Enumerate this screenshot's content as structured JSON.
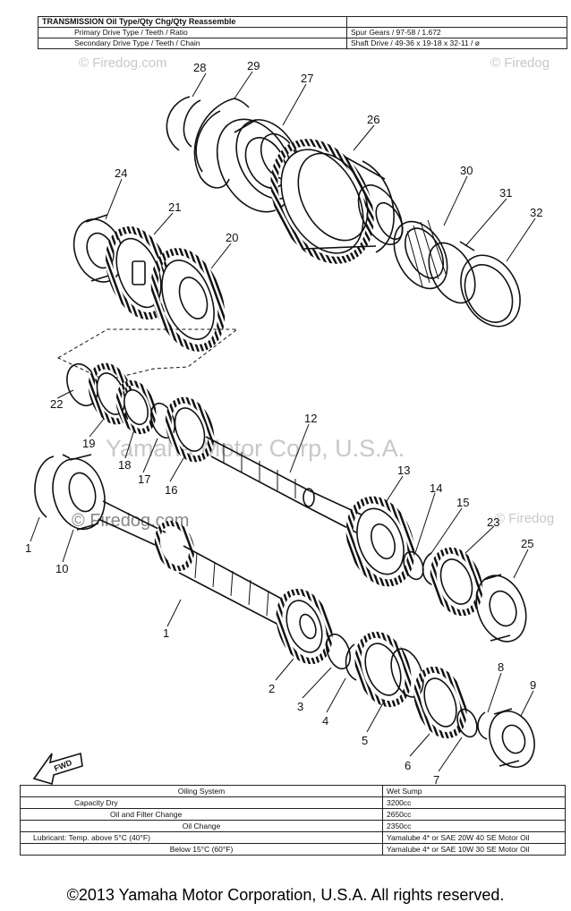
{
  "top_table": {
    "header_left": "TRANSMISSION   Oil Type/Qty Chg/Qty Reassemble",
    "header_right": "",
    "rows": [
      {
        "label": "Primary Drive Type / Teeth / Ratio",
        "value": "Spur Gears / 97-58 / 1.672"
      },
      {
        "label": "Secondary Drive Type / Teeth / Chain",
        "value": "Shaft Drive / 49-36 x 19-18 x 32-11 / ø"
      }
    ]
  },
  "watermarks": {
    "firedog": "© Firedog.com",
    "firedog_right": "© Firedog",
    "yamaha": "Yamaha Motor Corp, U.S.A."
  },
  "part_labels": [
    "28",
    "29",
    "27",
    "26",
    "24",
    "21",
    "20",
    "30",
    "31",
    "32",
    "22",
    "19",
    "18",
    "17",
    "16",
    "12",
    "1",
    "10",
    "13",
    "14",
    "15",
    "23",
    "25",
    "1",
    "2",
    "3",
    "4",
    "5",
    "6",
    "7",
    "8",
    "9"
  ],
  "fwd_label": "FWD",
  "bottom_table": {
    "rows": [
      {
        "label": "Oiling System",
        "value": "Wet Sump"
      },
      {
        "label": "Capacity Dry",
        "value": "3200cc"
      },
      {
        "label": "Oil and Filter Change",
        "value": "2650cc"
      },
      {
        "label": "Oil Change",
        "value": "2350cc"
      },
      {
        "label": "Lubricant: Temp. above 5°C (40°F)",
        "value": "Yamalube 4* or SAE 20W 40 SE Motor Oil"
      },
      {
        "label": "Below 15°C (60°F)",
        "value": "Yamalube 4* or SAE 10W 30 SE Motor Oil"
      }
    ]
  },
  "copyright": "©2013 Yamaha Motor Corporation, U.S.A. All rights reserved."
}
